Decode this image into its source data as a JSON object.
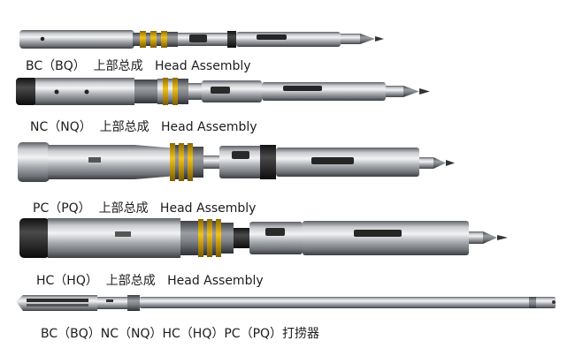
{
  "captions": {
    "bc": "BC（BQ）  上部总成   Head Assembly",
    "nc": "NC（NQ）  上部总成   Head Assembly",
    "pc": "PC（PQ）  上部总成   Head Assembly",
    "hc": "HC（HQ）  上部总成   Head Assembly",
    "overshot": "BC（BQ）NC（NQ）HC（HQ）PC（PQ）打捞器"
  }
}
